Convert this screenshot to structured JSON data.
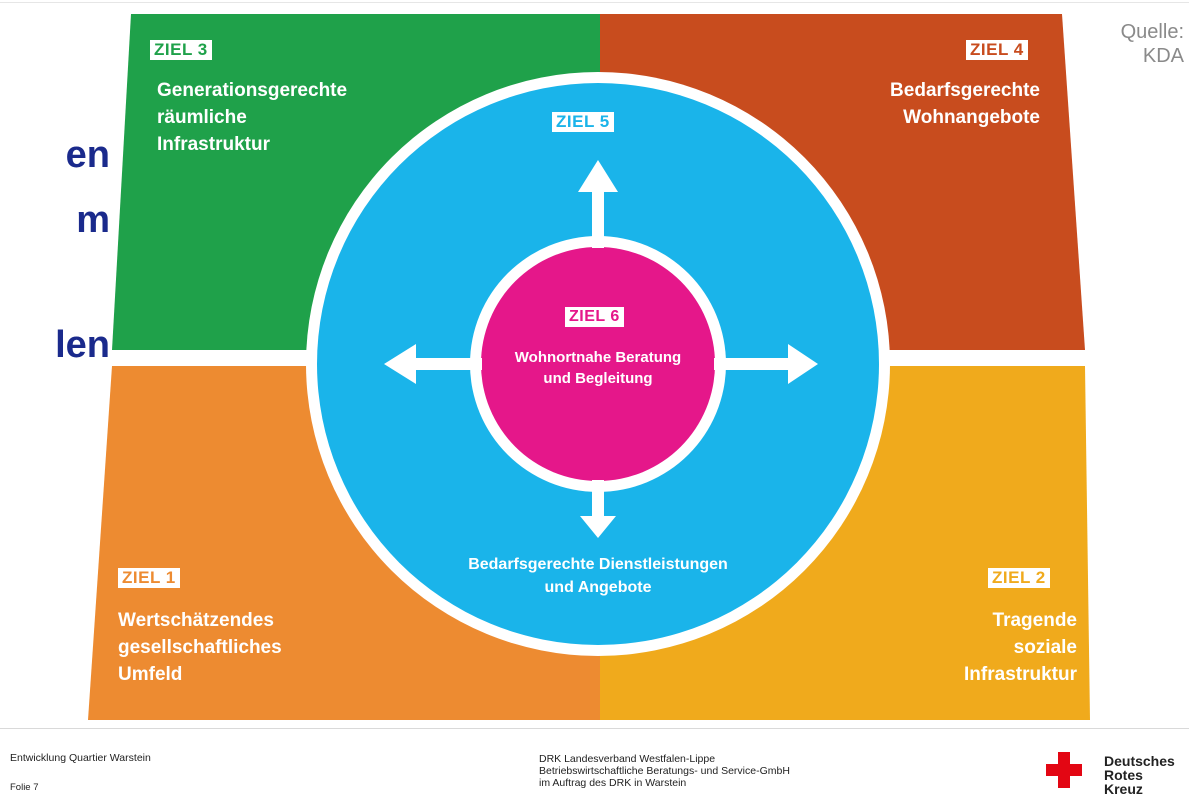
{
  "left_fragments": [
    "en",
    "m",
    "len"
  ],
  "source": {
    "line1": "Quelle:",
    "line2": "KDA"
  },
  "quadrants": {
    "ziel3": {
      "badge": "ZIEL 3",
      "lines": [
        "Generationsgerechte",
        "räumliche",
        "Infrastruktur"
      ],
      "color": "#1fa14a"
    },
    "ziel4": {
      "badge": "ZIEL 4",
      "lines": [
        "Bedarfsgerechte",
        "Wohnangebote"
      ],
      "color": "#c84c1e"
    },
    "ziel1": {
      "badge": "ZIEL 1",
      "lines": [
        "Wertschätzendes",
        "gesellschaftliches",
        "Umfeld"
      ],
      "color": "#ed8b31"
    },
    "ziel2": {
      "badge": "ZIEL 2",
      "lines": [
        "Tragende",
        "soziale",
        "Infrastruktur"
      ],
      "color": "#f0aa1c"
    }
  },
  "ring": {
    "badge": "ZIEL 5",
    "lines": [
      "Bedarfsgerechte Dienstleistungen",
      "und Angebote"
    ],
    "color": "#1ab4ea"
  },
  "center": {
    "badge": "ZIEL 6",
    "lines": [
      "Wohnortnahe Beratung",
      "und Begleitung"
    ],
    "color": "#e5178a"
  },
  "footer": {
    "left1": "Entwicklung Quartier Warstein",
    "left2": "Folie 7",
    "mid1": "DRK Landesverband Westfalen-Lippe",
    "mid2": "Betriebswirtschaftliche Beratungs- und Service-GmbH",
    "mid3": "im Auftrag des DRK in Warstein",
    "brand1": "Deutsches",
    "brand2": "Rotes",
    "brand3": "Kreuz"
  }
}
